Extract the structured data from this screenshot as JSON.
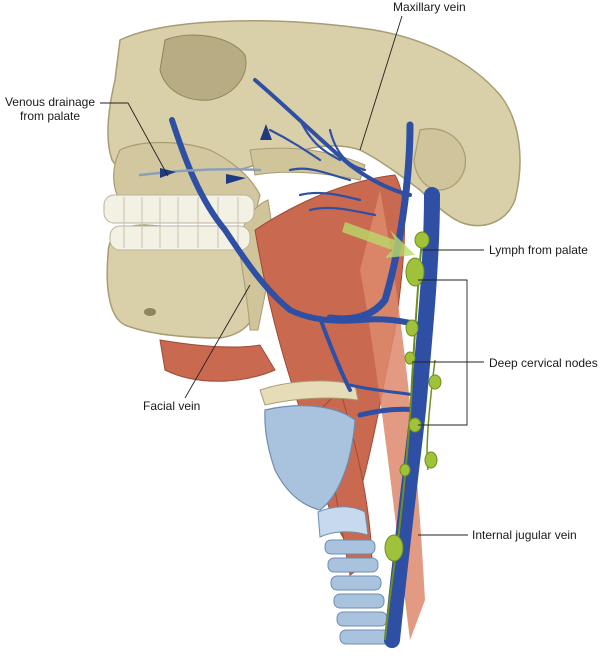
{
  "labels": {
    "maxillary_vein": "Maxillary vein",
    "venous_drainage_line1": "Venous drainage",
    "venous_drainage_line2": "from palate",
    "lymph_from_palate": "Lymph from palate",
    "deep_cervical_nodes": "Deep cervical nodes",
    "facial_vein": "Facial vein",
    "internal_jugular_vein": "Internal jugular vein"
  },
  "colors": {
    "bone": "#d9cfa8",
    "bone_shadow": "#a89c72",
    "vein": "#2e4fa3",
    "vein_dark": "#1f3a80",
    "muscle": "#c9694f",
    "muscle_light": "#dd8a6c",
    "cartilage": "#a9c3df",
    "cartilage_light": "#c7d9ec",
    "lymph": "#9fc23a",
    "lymph_dark": "#6e8f1f",
    "teeth": "#f3f0e4",
    "leader": "#222222"
  }
}
